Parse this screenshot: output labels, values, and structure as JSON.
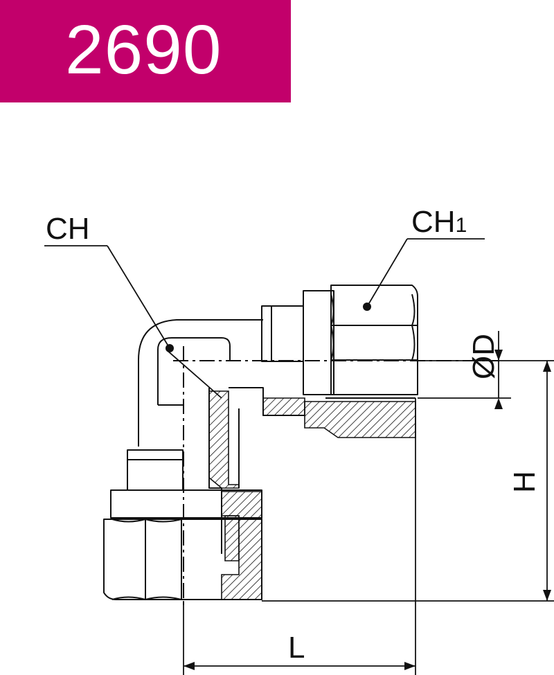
{
  "header": {
    "code": "2690",
    "banner_color": "#c2006b"
  },
  "drawing": {
    "labels": {
      "hex_left": "CH",
      "hex_right_base": "CH",
      "hex_right_sub": "1",
      "diameter": "ØD",
      "height": "H",
      "length": "L"
    },
    "line_color": "#111111"
  }
}
